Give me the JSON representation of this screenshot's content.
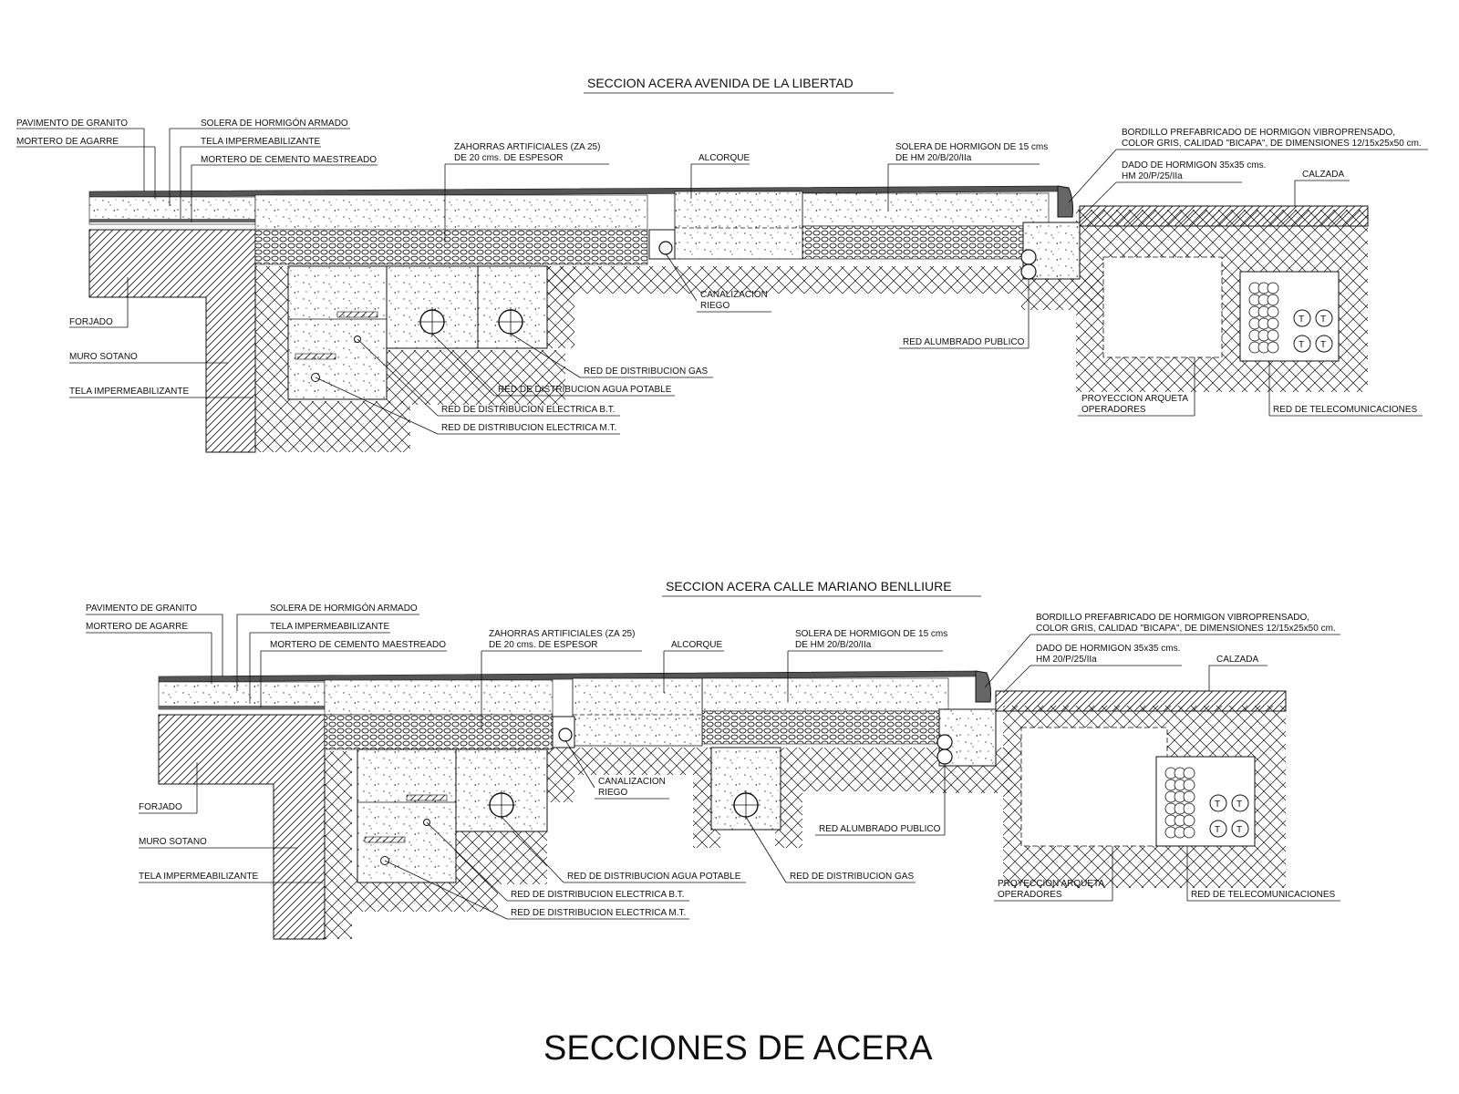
{
  "sheet_title": "SECCIONES DE ACERA",
  "sections": [
    {
      "title": "SECCION ACERA AVENIDA DE LA LIBERTAD",
      "labels": {
        "pavimento": "PAVIMENTO DE GRANITO",
        "mortero_agarre": "MORTERO DE AGARRE",
        "solera_armado": "SOLERA DE HORMIGÓN ARMADO",
        "tela1": "TELA IMPERMEABILIZANTE",
        "mortero_maestreado": "MORTERO DE CEMENTO MAESTREADO",
        "zahorras_1": "ZAHORRAS ARTIFICIALES (ZA 25)",
        "zahorras_2": "DE 20 cms. DE ESPESOR",
        "alcorque": "ALCORQUE",
        "solera_1": "SOLERA DE HORMIGON DE 15 cms",
        "solera_2": "DE HM 20/B/20/IIa",
        "bordillo_1": "BORDILLO PREFABRICADO DE HORMIGON VIBROPRENSADO,",
        "bordillo_2": "COLOR GRIS, CALIDAD \"BICAPA\", DE DIMENSIONES 12/15x25x50 cm.",
        "dado_1": "DADO DE HORMIGON 35x35 cms.",
        "dado_2": "HM 20/P/25/IIa",
        "calzada": "CALZADA",
        "forjado": "FORJADO",
        "muro": "MURO SOTANO",
        "tela2": "TELA IMPERMEABILIZANTE",
        "riego_1": "CANALIZACION",
        "riego_2": "RIEGO",
        "alumbrado": "RED ALUMBRADO PUBLICO",
        "gas": "RED DE DISTRIBUCION GAS",
        "agua": "RED DE DISTRIBUCION AGUA POTABLE",
        "elec_bt": "RED DE DISTRIBUCION ELECTRICA B.T.",
        "elec_mt": "RED DE DISTRIBUCION ELECTRICA M.T.",
        "arqueta_1": "PROYECCION ARQUETA",
        "arqueta_2": "OPERADORES",
        "telecom": "RED DE TELECOMUNICACIONES",
        "t": "T"
      }
    },
    {
      "title": "SECCION ACERA CALLE MARIANO BENLLIURE",
      "labels": {
        "pavimento": "PAVIMENTO DE GRANITO",
        "mortero_agarre": "MORTERO DE AGARRE",
        "solera_armado": "SOLERA DE HORMIGÓN ARMADO",
        "tela1": "TELA IMPERMEABILIZANTE",
        "mortero_maestreado": "MORTERO DE CEMENTO MAESTREADO",
        "zahorras_1": "ZAHORRAS ARTIFICIALES (ZA 25)",
        "zahorras_2": "DE 20 cms. DE ESPESOR",
        "alcorque": "ALCORQUE",
        "solera_1": "SOLERA DE HORMIGON DE 15 cms",
        "solera_2": "DE HM 20/B/20/IIa",
        "bordillo_1": "BORDILLO PREFABRICADO DE HORMIGON VIBROPRENSADO,",
        "bordillo_2": "COLOR GRIS, CALIDAD \"BICAPA\", DE DIMENSIONES 12/15x25x50 cm.",
        "dado_1": "DADO DE HORMIGON 35x35 cms.",
        "dado_2": "HM 20/P/25/IIa",
        "calzada": "CALZADA",
        "forjado": "FORJADO",
        "muro": "MURO SOTANO",
        "tela2": "TELA IMPERMEABILIZANTE",
        "riego_1": "CANALIZACION",
        "riego_2": "RIEGO",
        "alumbrado": "RED ALUMBRADO PUBLICO",
        "gas": "RED DE DISTRIBUCION GAS",
        "agua": "RED DE DISTRIBUCION AGUA POTABLE",
        "elec_bt": "RED DE DISTRIBUCION ELECTRICA B.T.",
        "elec_mt": "RED DE DISTRIBUCION ELECTRICA M.T.",
        "arqueta_1": "PROYECCION ARQUETA",
        "arqueta_2": "OPERADORES",
        "telecom": "RED DE TELECOMUNICACIONES",
        "t": "T"
      }
    }
  ]
}
